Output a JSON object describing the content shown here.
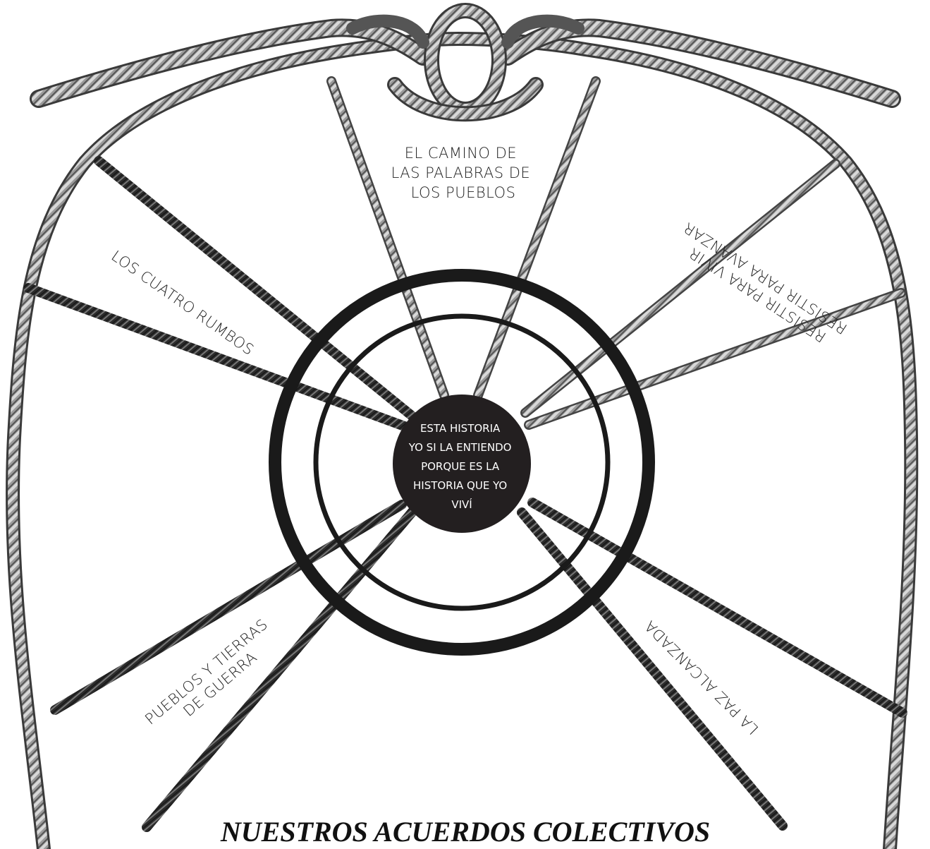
{
  "title": "NUESTROS ACUERDOS COLECTIVOS",
  "center": {
    "lines": [
      "ESTA HISTORIA",
      "YO SI LA ENTIENDO",
      "PORQUE ES LA",
      "HISTORIA QUE YO",
      "VIVÍ"
    ]
  },
  "labels": {
    "camino": [
      "EL CAMINO DE",
      "LAS PALABRAS DE",
      "LOS PUEBLOS"
    ],
    "rumbos": "LOS CUATRO RUMBOS",
    "resistir": [
      "RESISTIR PARA VIVIR",
      "RESISTIR PARA AVANZAR"
    ],
    "pueblos": [
      "PUEBLOS Y TIERRAS",
      "DE GUERRA"
    ],
    "paz": "LA PAZ ALCANZADA"
  },
  "colors": {
    "rope_light": "#8a8a8a",
    "rope_dark": "#2a2a2a",
    "ring": "#1a1a1a",
    "hub": "#231f20"
  }
}
